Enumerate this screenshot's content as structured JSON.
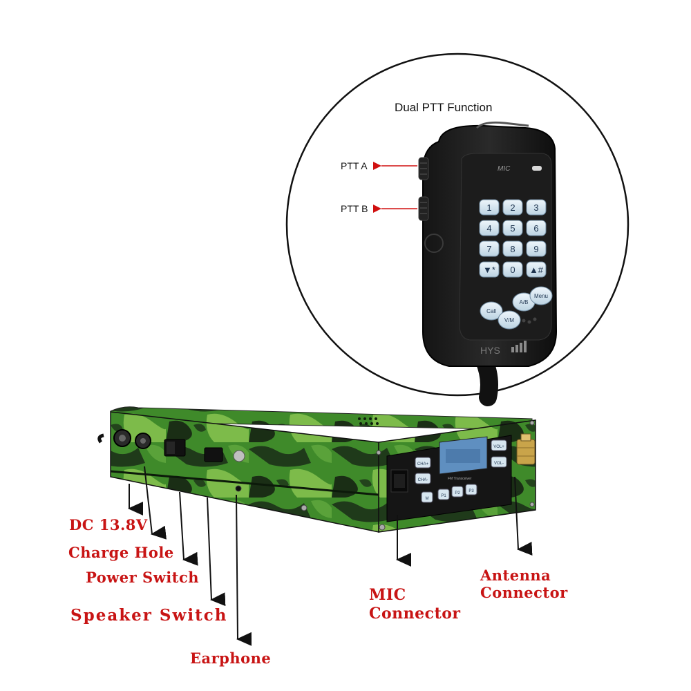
{
  "circle": {
    "title": "Dual PTT Function",
    "ptt_a": "PTT A",
    "ptt_b": "PTT B"
  },
  "mic": {
    "brand": "HYS",
    "top_mark": "MIC",
    "keys": [
      "1",
      "2",
      "3",
      "4",
      "5",
      "6",
      "7",
      "8",
      "9",
      "▼*",
      "0",
      "▲#"
    ],
    "func_keys": {
      "call": "Call",
      "vm": "V/M",
      "ab": "A/B",
      "menu": "Menu"
    }
  },
  "radio": {
    "front_buttons": [
      "CHA+",
      "CHA-",
      "VOL+",
      "VOL-",
      "M",
      "P1",
      "P2",
      "P3"
    ],
    "panel_text": "FM Transceiver"
  },
  "callouts": {
    "dc": "DC 13.8V",
    "charge": "Charge Hole",
    "power": "Power Switch",
    "speaker": "Speaker Switch",
    "earphone": "Earphone",
    "mic_connector_1": "MIC",
    "mic_connector_2": "Connector",
    "antenna_1": "Antenna",
    "antenna_2": "Connector"
  },
  "colors": {
    "label_red": "#c81414",
    "arrow_red": "#d01010",
    "camo_dark": "#1f3a1a",
    "camo_green": "#3f8a2a",
    "camo_light": "#7dbb4a",
    "lcd_blue": "#5f8fc0"
  }
}
